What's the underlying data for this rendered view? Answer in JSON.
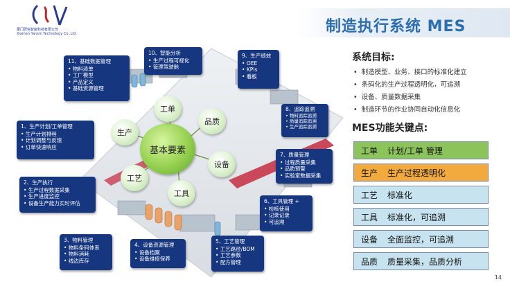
{
  "company_name": "厦门研信智能科技有限公司",
  "company_name_en": "Xiamen Yanxin Technology Co.,Ltd",
  "title": "制造执行系统 MES",
  "goals": {
    "title": "系统目标:",
    "items": [
      "制造模型、业务、接口的标准化建立",
      "条码化的生产过程透明化，可追溯",
      "设备、质量数据采集",
      "制造环节的作业协同自动化信息化"
    ]
  },
  "key_points": {
    "title": "MES功能关键点:",
    "items": [
      {
        "k": "工单",
        "v": "计划/工单 管理",
        "color": "#8cc35a"
      },
      {
        "k": "生产",
        "v": "生产过程透明化",
        "color": "#f2a93e"
      },
      {
        "k": "工艺",
        "v": "标准化",
        "color": "#c7e3ef"
      },
      {
        "k": "工具",
        "v": "标准化，可追溯",
        "color": "#c7e3ef"
      },
      {
        "k": "设备",
        "v": "全面监控，可追溯",
        "color": "#c7e3ef"
      },
      {
        "k": "品质",
        "v": "质量采集，品质分析",
        "color": "#c7e3ef"
      }
    ]
  },
  "diagram": {
    "core": "基本要素",
    "nodes": [
      "工单",
      "品质",
      "设备",
      "工具",
      "工艺",
      "生产"
    ],
    "boxes": {
      "b11": {
        "title": "11、基础数据管理",
        "items": [
          "物料清单",
          "工厂模型",
          "产品定义",
          "基础资源管理"
        ]
      },
      "b10": {
        "title": "10、智能分析",
        "items": [
          "生产过程可视化",
          "管理驾驶舱"
        ]
      },
      "b9": {
        "title": "9、生产绩效",
        "items": [
          "OEE",
          "KPIs",
          "看板"
        ]
      },
      "b8": {
        "title": "8、追踪追溯",
        "items": [
          "物料追踪追溯",
          "质量追踪追溯",
          "生产追踪追溯"
        ]
      },
      "b7": {
        "title": "7、质量管理",
        "items": [
          "过程质量采集",
          "品质预警",
          "实验室数据采集"
        ]
      },
      "b6": {
        "title": "6、工具管理 +",
        "items": [
          "检核使用",
          "记录记录",
          "可追溯"
        ]
      },
      "b5": {
        "title": "5、工艺管理",
        "items": [
          "工艺路径/BOM",
          "工艺参数",
          "配方管理"
        ]
      },
      "b4": {
        "title": "4、设备资源管理",
        "items": [
          "设备档案",
          "设备维修保养"
        ]
      },
      "b3": {
        "title": "3、物料管理",
        "items": [
          "物料条码体系",
          "物料消耗",
          "线边库存"
        ]
      },
      "b2": {
        "title": "2、生产执行",
        "items": [
          "生产过程数据采集",
          "生产进度监控",
          "设备生产能力实时评估"
        ]
      },
      "b1": {
        "title": "1、生产计划/工单管理",
        "items": [
          "生产计划排程",
          "计划调整与反馈",
          "订单快速响应"
        ]
      }
    }
  },
  "page_number": "14"
}
